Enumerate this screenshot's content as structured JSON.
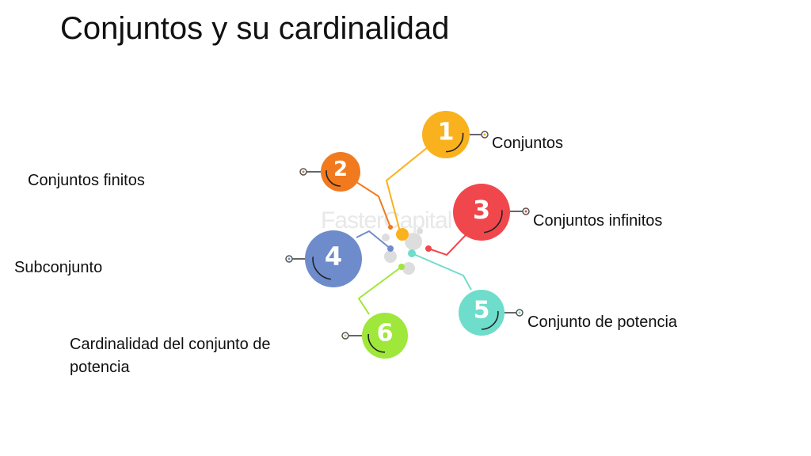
{
  "title": "Conjuntos y su cardinalidad",
  "watermark": "FasterCapital",
  "items": [
    {
      "number": "1",
      "label": "Conjuntos",
      "color": "#F9B21E"
    },
    {
      "number": "2",
      "label": "Conjuntos finitos",
      "color": "#F27A1E"
    },
    {
      "number": "3",
      "label": "Conjuntos infinitos",
      "color": "#F0474D"
    },
    {
      "number": "4",
      "label": "Subconjunto",
      "color": "#6E8BCB"
    },
    {
      "number": "5",
      "label": "Conjunto de potencia",
      "color": "#6FDDCB"
    },
    {
      "number": "6",
      "label": "Cardinalidad del conjunto de potencia",
      "color": "#9FE73A"
    }
  ]
}
